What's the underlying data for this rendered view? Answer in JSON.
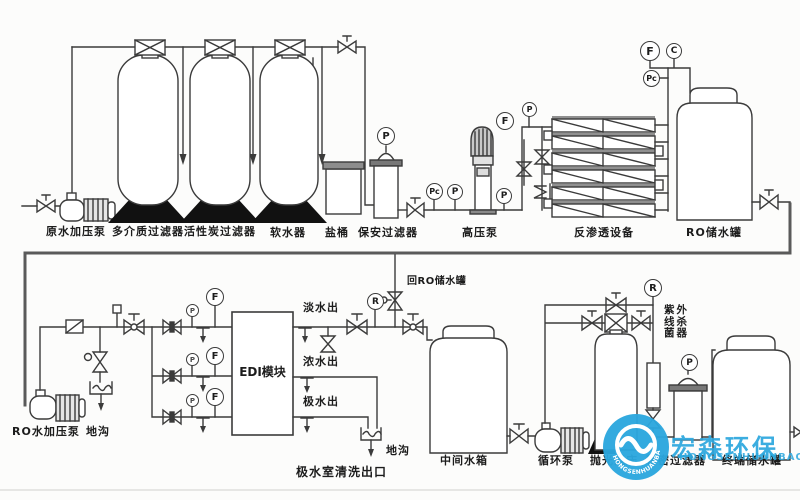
{
  "colors": {
    "line": "#3b3b3b",
    "label_text": "#1c1c1c",
    "watermark_blue": "#2ba7de",
    "equipment_fill": "#ffffff",
    "base_black": "#111111"
  },
  "labels": {
    "raw_water_pump": "原水加压泵",
    "multimedia_filter": "多介质过滤器",
    "carbon_filter": "活性炭过滤器",
    "softener": "软水器",
    "salt_barrel": "盐桶",
    "security_filter": "保安过滤器",
    "hp_pump": "高压泵",
    "ro_unit": "反渗透设备",
    "ro_tank": "RO储水罐",
    "ro_booster_pump": "RO水加压泵",
    "drain_left": "地沟",
    "edi_module": "EDI模块",
    "fresh_out": "淡水出",
    "conc_out": "浓水出",
    "electrode_out": "极水出",
    "return_ro_tank": "回RO储水罐",
    "drain_right": "地沟",
    "electrode_flush_outlet": "极水室清洗出口",
    "middle_tank": "中间水箱",
    "circ_pump": "循环泵",
    "polish_bed": "抛光混床",
    "uv_line1": "紫外",
    "uv_line2": "线杀",
    "uv_line3": "菌器",
    "cartridge_filter": "精密过滤器",
    "final_tank": "终端储水罐"
  },
  "instruments": {
    "p_security": "P",
    "pc_feed": "Pc",
    "p_feed": "P",
    "p_pump_out": "P",
    "f_ro_feed": "F",
    "p_ro_feed": "P",
    "f_permeate": "F",
    "c_permeate": "C",
    "pc_permeate": "Pc",
    "p_branch1": "P",
    "f_branch1": "F",
    "p_branch2": "P",
    "f_branch2": "F",
    "p_branch3": "P",
    "f_branch3": "F",
    "r_product": "R",
    "r_polish": "R",
    "p_cartridge": "P"
  },
  "watermark": {
    "name": "宏森环保",
    "romanized": "HONGSENHUANBAO"
  }
}
